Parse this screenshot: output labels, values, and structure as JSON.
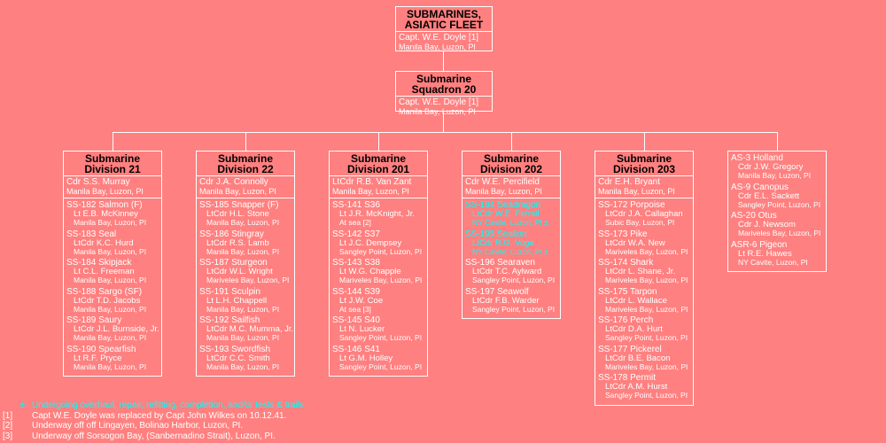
{
  "colors": {
    "background": "#FF8080",
    "box_border": "#FFFFFF",
    "title_text": "#000000",
    "body_text": "#FFFFFF",
    "highlight_text": "#00FFFF"
  },
  "root": {
    "title_line1": "SUBMARINES,",
    "title_line2": "ASIATIC FLEET",
    "commander": "Capt. W.E. Doyle [1]",
    "location": "Manila Bay, Luzon, PI"
  },
  "squadron": {
    "title_line1": "Submarine",
    "title_line2": "Squadron 20",
    "commander": "Capt. W.E. Doyle [1]",
    "location": "Manila Bay, Luzon, PI"
  },
  "divisions": [
    {
      "title_line1": "Submarine",
      "title_line2": "Division 21",
      "commander": "Cdr  S.S. Murray",
      "location": "Manila Bay, Luzon, PI",
      "units": [
        {
          "name": "SS-182 Salmon (F)",
          "commander": "Lt  E.B. McKinney",
          "location": "Manila Bay, Luzon, PI",
          "highlight": false
        },
        {
          "name": "SS-183 Seal",
          "commander": "LtCdr  K.C. Hurd",
          "location": "Manila Bay, Luzon, PI",
          "highlight": false
        },
        {
          "name": "SS-184 Skipjack",
          "commander": "Lt  C.L. Freeman",
          "location": "Manila Bay, Luzon, PI",
          "highlight": false
        },
        {
          "name": "SS-188 Sargo (SF)",
          "commander": "LtCdr  T.D. Jacobs",
          "location": "Manila Bay, Luzon, PI",
          "highlight": false
        },
        {
          "name": "SS-189 Saury",
          "commander": "LtCdr  J.L. Burnside, Jr.",
          "location": "Manila Bay, Luzon, PI",
          "highlight": false
        },
        {
          "name": "SS-190 Spearfish",
          "commander": "Lt  R.F. Pryce",
          "location": "Manila Bay, Luzon, PI",
          "highlight": false
        }
      ]
    },
    {
      "title_line1": "Submarine",
      "title_line2": "Division 22",
      "commander": "Cdr  J.A. Connolly",
      "location": "Manila Bay, Luzon, PI",
      "units": [
        {
          "name": "SS-185 Snapper (F)",
          "commander": "LtCdr  H.L. Stone",
          "location": "Manila Bay, Luzon, PI",
          "highlight": false
        },
        {
          "name": "SS-186 Stingray",
          "commander": "LtCdr  R.S. Lamb",
          "location": "Manila Bay, Luzon, PI",
          "highlight": false
        },
        {
          "name": "SS-187 Sturgeon",
          "commander": "LtCdr  W.L. Wright",
          "location": "Mariveles Bay, Luzon, PI",
          "highlight": false
        },
        {
          "name": "SS-191 Sculpin",
          "commander": "Lt  L.H. Chappell",
          "location": "Manila Bay, Luzon, PI",
          "highlight": false
        },
        {
          "name": "SS-192 Sailfish",
          "commander": "LtCdr  M.C. Mumma, Jr.",
          "location": "Manila Bay, Luzon, PI",
          "highlight": false
        },
        {
          "name": "SS-193 Swordfish",
          "commander": "LtCdr  C.C. Smith",
          "location": "Manila Bay, Luzon, PI",
          "highlight": false
        }
      ]
    },
    {
      "title_line1": "Submarine",
      "title_line2": "Division 201",
      "commander": "LtCdr  R.B. Van Zant",
      "location": "Manila Bay, Luzon, PI",
      "units": [
        {
          "name": "SS-141  S36",
          "commander": "Lt  J.R. McKnight, Jr.",
          "location": "At sea [2]",
          "highlight": false
        },
        {
          "name": "SS-142  S37",
          "commander": "Lt  J.C. Dempsey",
          "location": "Sangley Point, Luzon, PI",
          "highlight": false
        },
        {
          "name": "SS-143  S38",
          "commander": "Lt  W.G. Chapple",
          "location": "Mariveles Bay, Luzon, PI",
          "highlight": false
        },
        {
          "name": "SS-144  S39",
          "commander": "Lt  J.W. Coe",
          "location": "At sea [3]",
          "highlight": false
        },
        {
          "name": "SS-145  S40",
          "commander": "Lt  N. Lucker",
          "location": "Sangley Point, Luzon, PI",
          "highlight": false
        },
        {
          "name": "SS-146  S41",
          "commander": "Lt  G.M. Holley",
          "location": "Sangley Point, Luzon, PI",
          "highlight": false
        }
      ]
    },
    {
      "title_line1": "Submarine",
      "title_line2": "Division 202",
      "commander": "Cdr  W.E. Percifield",
      "location": "Manila Bay, Luzon, PI",
      "units": [
        {
          "name": "SS-194  Seadragon",
          "commander": "LtCdr  W.E. Ferrall",
          "location": "NY Cavite, Luzon, PI ±",
          "highlight": true
        },
        {
          "name": "SS-195  Sealion",
          "commander": "LtCdr  R.G. Voge",
          "location": "NY Cavite, Luzon, PI ±",
          "highlight": true
        },
        {
          "name": "SS-196  Searaven",
          "commander": "LtCdr  T.C. Aylward",
          "location": "Sangley Point, Luzon, PI",
          "highlight": false
        },
        {
          "name": "SS-197  Seawolf",
          "commander": "LtCdr  F.B. Warder",
          "location": "Sangley Point, Luzon, PI",
          "highlight": false
        }
      ]
    },
    {
      "title_line1": "Submarine",
      "title_line2": "Division 203",
      "commander": "Cdr  E.H. Bryant",
      "location": "Manila Bay, Luzon, PI",
      "units": [
        {
          "name": "SS-172 Porpoise",
          "commander": "LtCdr  J.A. Callaghan",
          "location": "Subic Bay, Luzon, PI",
          "highlight": false
        },
        {
          "name": "SS-173 Pike",
          "commander": "LtCdr  W.A. New",
          "location": "Mariveles Bay, Luzon, PI",
          "highlight": false
        },
        {
          "name": "SS-174 Shark",
          "commander": "LtCdr  L. Shane, Jr.",
          "location": "Mariveles Bay, Luzon, PI",
          "highlight": false
        },
        {
          "name": "SS-175 Tarpon",
          "commander": "LtCdr  L. Wallace",
          "location": "Mariveles Bay, Luzon, PI",
          "highlight": false
        },
        {
          "name": "SS-176 Perch",
          "commander": "LtCdr  D.A. Hurt",
          "location": "Sangley Point, Luzon, PI",
          "highlight": false
        },
        {
          "name": "SS-177 Pickerel",
          "commander": "LtCdr  B.E. Bacon",
          "location": "Mariveles Bay, Luzon, PI",
          "highlight": false
        },
        {
          "name": "SS-178 Permit",
          "commander": "LtCdr  A.M. Hurst",
          "location": "Sangley Point, Luzon, PI",
          "highlight": false
        }
      ]
    }
  ],
  "support_units": [
    {
      "name": "AS-3 Holland",
      "commander": "Cdr J.W. Gregory",
      "location": "Manila Bay, Luzon, PI",
      "highlight": false
    },
    {
      "name": "AS-9 Canopus",
      "commander": "Cdr  E.L. Sackett",
      "location": "Sangley Point, Luzon, PI",
      "highlight": false
    },
    {
      "name": "AS-20 Otus",
      "commander": "Cdr  J. Newsom",
      "location": "Mariveles Bay, Luzon, PI",
      "highlight": false
    },
    {
      "name": "ASR-6 Pigeon",
      "commander": "Lt  R.E. Hawes",
      "location": "NY Cavite, Luzon, PI",
      "highlight": false
    }
  ],
  "footnotes": [
    {
      "marker": "±",
      "text": "Undergoing overhaul, repair, refitting, completion, and/or tests & trails.",
      "highlight": true
    },
    {
      "marker": "[1]",
      "text": "Capt W.E. Doyle was replaced by Capt John Wilkes on 10.12.41.",
      "highlight": false
    },
    {
      "marker": "[2]",
      "text": "Underway off  off Lingayen, Bolinao Harbor, Luzon, PI.",
      "highlight": false
    },
    {
      "marker": "[3]",
      "text": "Underway off Sorsogon Bay, (Sanbernadino Strait), Luzon, PI.",
      "highlight": false
    }
  ]
}
